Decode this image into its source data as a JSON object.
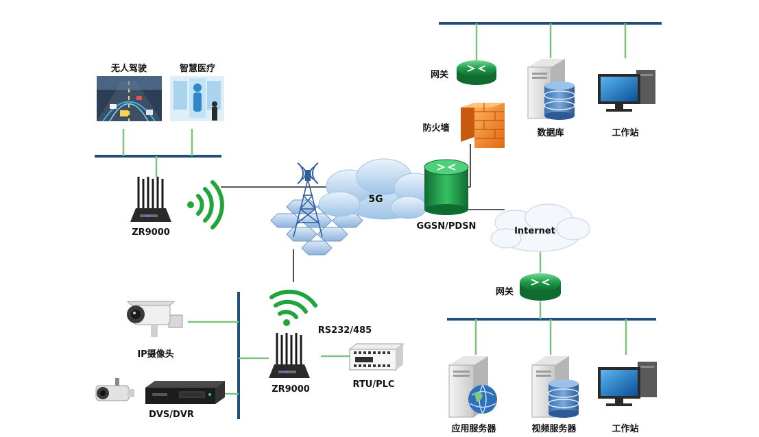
{
  "labels": {
    "autonomous_driving": "无人驾驶",
    "smart_healthcare": "智慧医疗",
    "router_top": "ZR9000",
    "router_bottom": "ZR9000",
    "gateway_top": "网关",
    "firewall": "防火墙",
    "database": "数据库",
    "workstation_top": "工作站",
    "cellular": "5G",
    "ggsn": "GGSN/PDSN",
    "internet": "Internet",
    "gateway_bottom": "网关",
    "rs232": "RS232/485",
    "rtu": "RTU/PLC",
    "ip_camera": "IP摄像头",
    "dvs": "DVS/DVR",
    "app_server": "应用服务器",
    "video_server": "视频服务器",
    "workstation_bottom": "工作站"
  },
  "colors": {
    "bus": "#1f4e79",
    "link": "#7cc47c",
    "dark_link": "#222222",
    "router_green": "#1f9a4a",
    "wifi_green": "#1fa53b",
    "firewall_orange": "#f08a24",
    "cloud": "#cfe2f3"
  }
}
